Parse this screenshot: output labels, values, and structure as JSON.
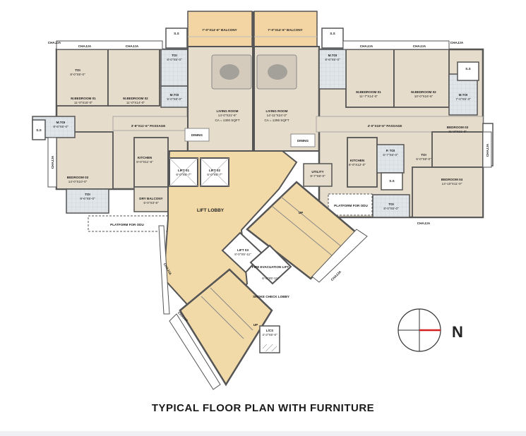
{
  "title": "TYPICAL FLOOR PLAN WITH FURNITURE",
  "north_label": "N",
  "colors": {
    "room_fill": "#e6dccb",
    "core_fill": "#f1d9a8",
    "balcony_fill": "#f3d5a4",
    "wall": "#555555",
    "toilet_fill": "#dfe5e8",
    "compass_red": "#d62020"
  },
  "labels": {
    "balcony_1": "7'-0\"X14'-6\" BALCONY",
    "balcony_2": "7'-0\"X14'-6\" BALCONY",
    "ss_1": "S.S",
    "ss_2": "S.S",
    "ss_3": "S.S",
    "ss_4": "S.S",
    "ss_5": "S.S",
    "chajja_1": "CHAJJA",
    "chajja_2": "CHAJJA",
    "chajja_3": "CHAJJA",
    "chajja_4": "CHAJJA",
    "chajja_5": "CHAJJA",
    "chajja_6": "CHAJJA",
    "chajja_7": "CHAJJA",
    "chajja_8": "CHAJJA",
    "chajja_9": "CHAJJA",
    "chajja_10": "CHAJJA",
    "chajja_11": "CHAJJA",
    "chajja_12": "CHAJJA",
    "mbed1_l": "M.BEDROOM 01",
    "mbed1_l_dim": "11'-0\"X16'-0\"",
    "mbed2_l": "M.BEDROOM 02",
    "mbed2_l_dim": "11'-0\"X14'-0\"",
    "mbed1_r": "M.BEDROOM 01",
    "mbed1_r_dim": "11'-7\"X14'-0\"",
    "mbed2_r": "M.BEDROOM 02",
    "mbed2_r_dim": "10'-0\"X16'-6\"",
    "bed3_l": "BEDROOM 03",
    "bed3_l_dim": "14'-0\"X10'-0\"",
    "bed3_r": "BEDROOM 03",
    "bed3_r_dim": "11'-8\"X11'-0\"",
    "bed4_r": "BEDROOM 04",
    "bed4_r_dim": "14'-10\"X11'-0\"",
    "living_l": "LIVING ROOM",
    "living_l_dim": "14'-0\"X21'-6\"",
    "living_l_ca": "CA = 1300 SQFT",
    "living_r": "LIVING ROOM",
    "living_r_dim": "14'-11\"X24'-3\"",
    "living_r_ca": "CA = 1296 SQFT",
    "dining_l": "DINING",
    "dining_r": "DINING",
    "passage_l": "3'-8\"X11'-6\" PASSAGE",
    "passage_r": "4'-0\"X19'-6\" PASSAGE",
    "kitchen_l": "KITCHEN",
    "kitchen_l_dim": "8'-0\"X11'-6\"",
    "kitchen_r": "KITCHEN",
    "kitchen_r_dim": "8'-0\"X12'-0\"",
    "dry_balcony": "DRY BALCONY",
    "dry_balcony_dim": "5'-0\"X3'-6\"",
    "utility": "UTILITY",
    "utility_dim": "8'-7\"X8'-0\"",
    "lift01": "LIFT 01",
    "lift01_dim": "6'-0\"X6'-7\"",
    "lift02": "LIFT 02",
    "lift02_dim": "6'-0\"X6'-7\"",
    "lift03": "LIFT 03",
    "lift03_dim": "8'-0\"X5'-11\"",
    "lift_lobby": "LIFT LOBBY",
    "fire_lift": "FIRE EVACUATION LIFT",
    "fire_lift_dim": "6'-4\"X5'-11\"",
    "smoke_lobby": "SMOKE CHECK LOBBY",
    "lcs": "L/CS",
    "lcs_dim": "4'-3\"X5'-0\"",
    "up_1": "UP",
    "up_2": "UP",
    "platform_l": "PLATFORM FOR ODU",
    "platform_r": "PLATFORM FOR ODU",
    "tlt_l1": "TOI",
    "tlt_l1_dim": "8'-0\"X5'-0\"",
    "tlt_l2": "TOI",
    "tlt_l2_dim": "8'-0\"X5'-0\"",
    "mtlt_l": "M.TOI",
    "mtlt_l_dim": "8'-6\"X5'-0\"",
    "mtlt_l2": "M.TOI",
    "mtlt_l2_dim": "5'-0\"X8'-0\"",
    "tlt_l3": "TOI",
    "tlt_l3_dim": "8'-6\"X5'-0\"",
    "mtlt_r": "M.TOI",
    "mtlt_r_dim": "8'-6\"X5'-0\"",
    "mtlt_r2": "M.TOI",
    "mtlt_r2_dim": "7'-0\"X5'-3\"",
    "ptlt_r": "P. TOI",
    "ptlt_r_dim": "5'-7\"X5'-0\"",
    "tlt_r": "TOI",
    "tlt_r_dim": "8'-0\"X5'-0\"",
    "tlt_r2": "TOI",
    "tlt_r2_dim": "5'-0\"X8'-0\""
  }
}
